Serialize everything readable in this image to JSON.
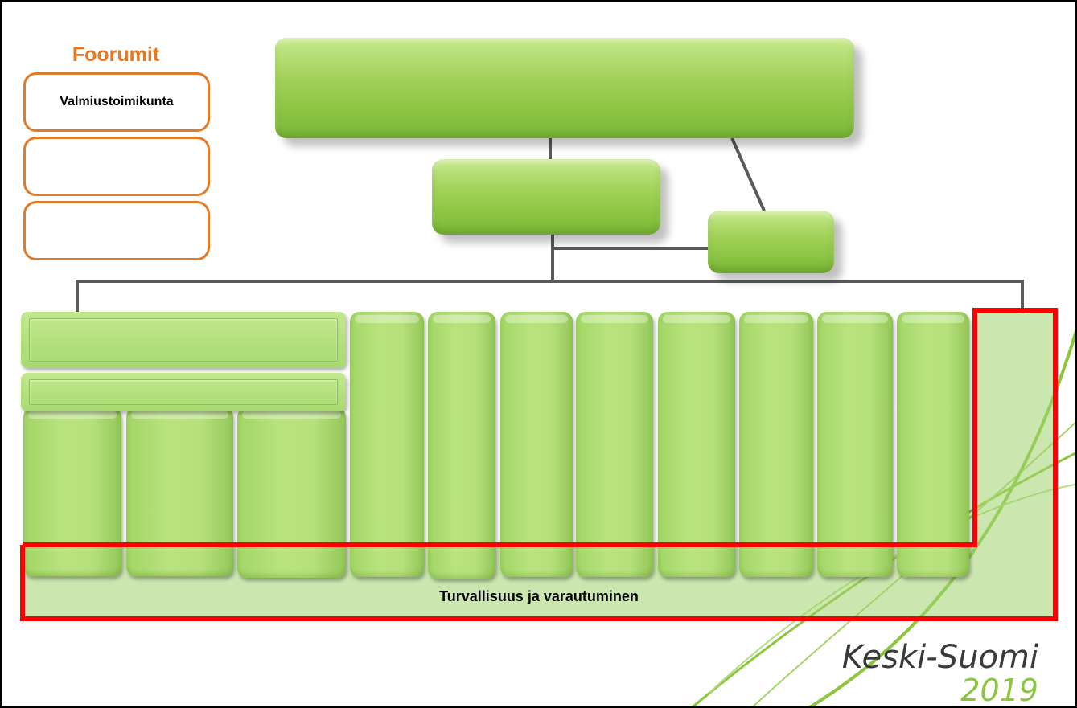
{
  "forums": {
    "title": "Foorumit",
    "boxes": [
      "Valmiustoimikunta",
      "",
      ""
    ]
  },
  "band": {
    "label": "Turvallisuus ja varautuminen"
  },
  "brand": {
    "name": "Keski-Suomi",
    "year": "2019"
  },
  "colors": {
    "accent_orange": "#e87722",
    "highlight_red": "#ff0000",
    "box_green": "#8cc643",
    "brand_green": "#8cc63f"
  }
}
